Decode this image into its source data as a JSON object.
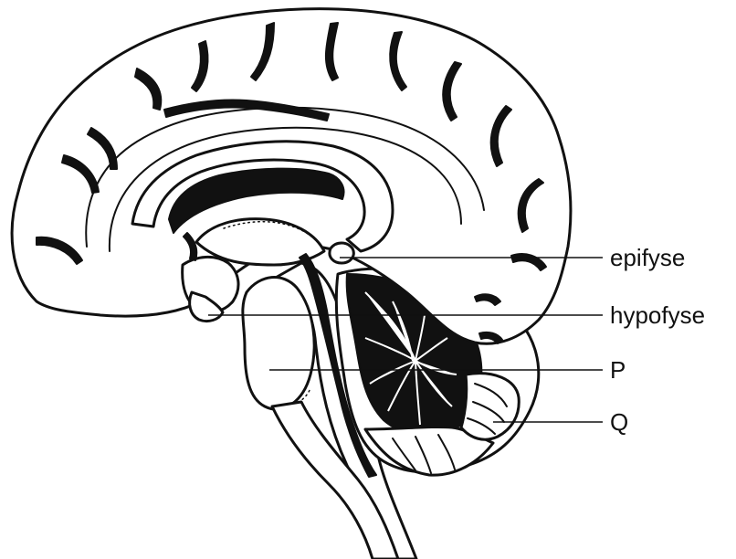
{
  "labels": {
    "epifyse": "epifyse",
    "hypofyse": "hypofyse",
    "p": "P",
    "q": "Q"
  }
}
